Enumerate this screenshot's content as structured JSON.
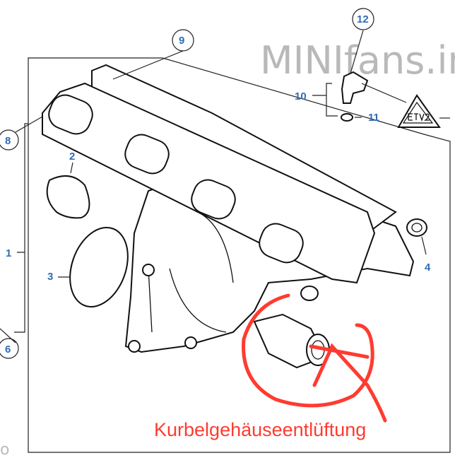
{
  "watermark": {
    "text": "MINIfans.in",
    "fragment": "o",
    "color": "#b9b9b9"
  },
  "callouts": {
    "c1": "1",
    "c2": "2",
    "c3": "3",
    "c4": "4",
    "c6": "6",
    "c8": "8",
    "c9": "9",
    "c10": "10",
    "c11": "11",
    "c12": "12"
  },
  "annotation": {
    "text": "Kurbelgehäuseentlüftung",
    "color": "#ff3b30"
  },
  "colors": {
    "callout": "#2f6db5",
    "line": "#222222"
  }
}
